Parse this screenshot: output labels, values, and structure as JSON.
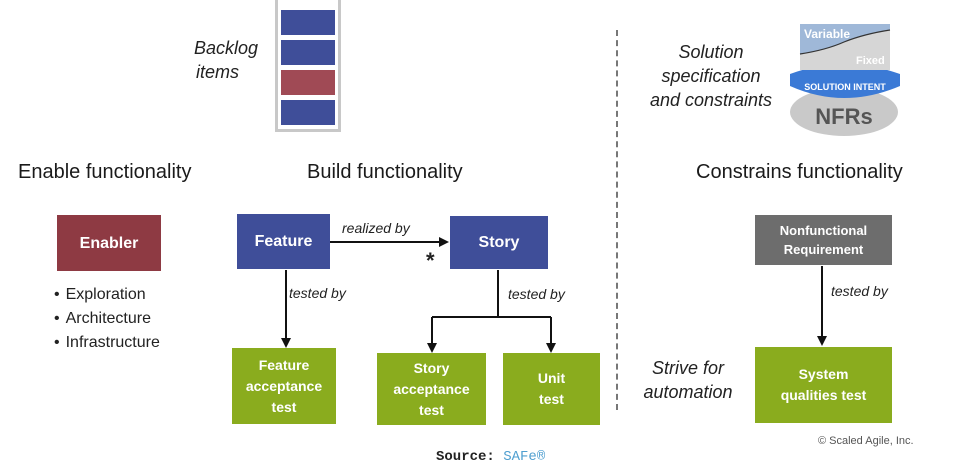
{
  "backlog": {
    "label_line1": "Backlog",
    "label_line2": "items",
    "stack": [
      "normal",
      "normal",
      "highlight",
      "normal"
    ]
  },
  "solution": {
    "label_line1": "Solution",
    "label_line2": "specification",
    "label_line3": "and constraints",
    "graphic": {
      "variable": "Variable",
      "fixed": "Fixed",
      "band": "SOLUTION INTENT",
      "nfrs": "NFRs"
    }
  },
  "columns": {
    "enable": "Enable functionality",
    "build": "Build functionality",
    "constrain": "Constrains functionality"
  },
  "enabler": {
    "label": "Enabler",
    "bullets": [
      "Exploration",
      "Architecture",
      "Infrastructure"
    ]
  },
  "nodes": {
    "feature": "Feature",
    "story": "Story",
    "feature_test_line1": "Feature",
    "feature_test_line2": "acceptance",
    "feature_test_line3": "test",
    "story_test_line1": "Story",
    "story_test_line2": "acceptance",
    "story_test_line3": "test",
    "unit_test_line1": "Unit",
    "unit_test_line2": "test",
    "nfr_line1": "Nonfunctional",
    "nfr_line2": "Requirement",
    "sys_test_line1": "System",
    "sys_test_line2": "qualities test"
  },
  "edges": {
    "realized_by": "realized by",
    "multiplicity": "*",
    "feature_tested_by": "tested by",
    "story_tested_by": "tested by",
    "nfr_tested_by": "tested by"
  },
  "automation": {
    "line1": "Strive for",
    "line2": "automation"
  },
  "copyright": "© Scaled Agile, Inc.",
  "source": {
    "label": "Source:",
    "link": "SAFe®"
  },
  "colors": {
    "blue": "#3f4e99",
    "green": "#8aac1e",
    "maroon": "#8e3a43",
    "gray": "#6d6d6d",
    "link": "#4f9fd0"
  }
}
